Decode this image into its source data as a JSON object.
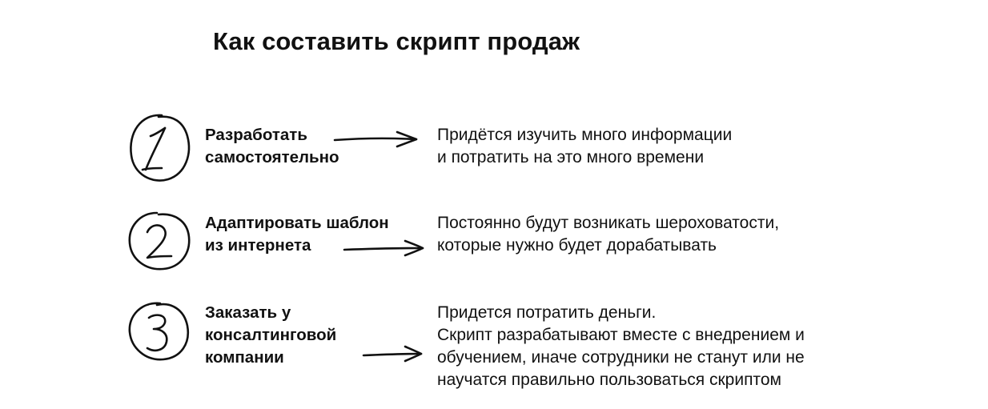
{
  "title": "Как составить скрипт продаж",
  "steps": [
    {
      "number": "1",
      "option": "Разработать\nсамостоятельно",
      "description": "Придётся изучить много информации\nи потратить на это много времени"
    },
    {
      "number": "2",
      "option": "Адаптировать шаблон\nиз интернета",
      "description": "Постоянно будут возникать шероховатости,\nкоторые нужно будет дорабатывать"
    },
    {
      "number": "3",
      "option": "Заказать у\nконсалтинговой\nкомпании",
      "description": "Придется потратить деньги.\nСкрипт разрабатывают вместе с внедрением и\nобучением, иначе сотрудники не станут или не\nнаучатся правильно пользоваться скриптом"
    }
  ]
}
